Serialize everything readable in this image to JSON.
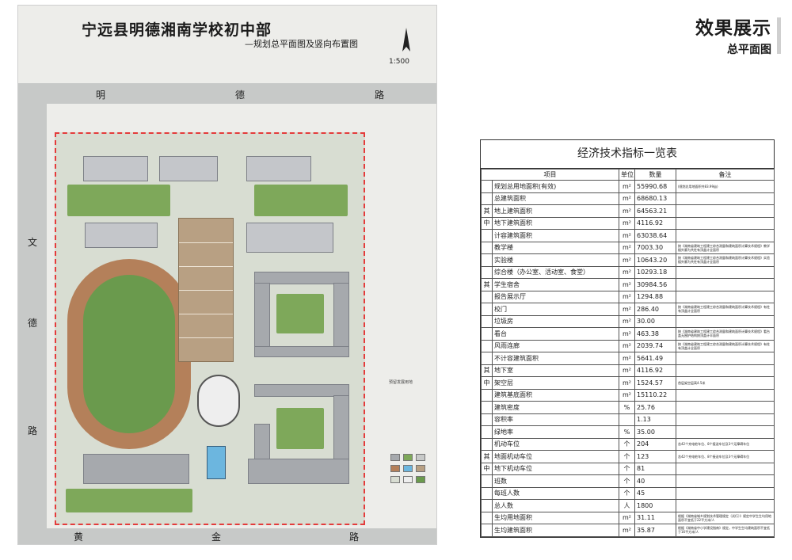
{
  "plan": {
    "title": "宁远县明德湘南学校初中部",
    "subtitle": "—规划总平面图及竖向布置图",
    "scale": "1:500",
    "roads": {
      "top": [
        "明",
        "德",
        "路"
      ],
      "left": [
        "文",
        "德",
        "路"
      ],
      "bottom": [
        "黄",
        "金",
        "路"
      ]
    },
    "dev_label": "预留发展用地"
  },
  "brand": {
    "main": "效果展示",
    "sub": "总平面图"
  },
  "table": {
    "title": "经济技术指标一览表",
    "headers": [
      "项目",
      "单位",
      "数量",
      "备注"
    ],
    "rows": [
      {
        "cat": "",
        "item": "规划总用地面积(有效)",
        "unit": "m²",
        "qty": "55990.68",
        "note": "(规划总用地面积共83.99亩)"
      },
      {
        "cat": "",
        "item": "总建筑面积",
        "unit": "m²",
        "qty": "68680.13",
        "note": ""
      },
      {
        "cat": "其",
        "item": "地上建筑面积",
        "unit": "m²",
        "qty": "64563.21",
        "note": ""
      },
      {
        "cat": "中",
        "item": "地下建筑面积",
        "unit": "m²",
        "qty": "4116.92",
        "note": ""
      },
      {
        "cat": "",
        "item": "计容建筑面积",
        "unit": "m²",
        "qty": "63038.64",
        "note": ""
      },
      {
        "cat": "",
        "item": "教学楼",
        "unit": "m²",
        "qty": "7003.30",
        "note": "按《湖南省建筑工程建工综合测量和建筑面积计算技术规程》教学楼外廊为共柱有顶盖计全面积"
      },
      {
        "cat": "",
        "item": "实验楼",
        "unit": "m²",
        "qty": "10643.20",
        "note": "按《湖南省建筑工程建工综合测量和建筑面积计算技术规程》实验楼外廊为共柱有顶盖计全面积"
      },
      {
        "cat": "",
        "item": "综合楼（办公室、活动室、食堂）",
        "unit": "m²",
        "qty": "10293.18",
        "note": ""
      },
      {
        "cat": "其",
        "item": "学生宿舍",
        "unit": "m²",
        "qty": "30984.56",
        "note": ""
      },
      {
        "cat": "",
        "item": "报告展示厅",
        "unit": "m²",
        "qty": "1294.88",
        "note": ""
      },
      {
        "cat": "",
        "item": "校门",
        "unit": "m²",
        "qty": "286.40",
        "note": "按《湖南省建筑工程建工综合测量和建筑面积计算技术规程》有柱有顶盖计全面积"
      },
      {
        "cat": "",
        "item": "垃圾房",
        "unit": "m²",
        "qty": "30.00",
        "note": ""
      },
      {
        "cat": "",
        "item": "看台",
        "unit": "m²",
        "qty": "463.38",
        "note": "按《湖南省建筑工程建工综合测量和建筑面积计算技术规程》看台盖无围护结构按顶盖计半面积"
      },
      {
        "cat": "",
        "item": "风雨连廊",
        "unit": "m²",
        "qty": "2039.74",
        "note": "按《湖南省建筑工程建工综合测量和建筑面积计算技术规程》有柱有顶盖计全面积"
      },
      {
        "cat": "",
        "item": "不计容建筑面积",
        "unit": "m²",
        "qty": "5641.49",
        "note": ""
      },
      {
        "cat": "其",
        "item": "地下室",
        "unit": "m²",
        "qty": "4116.92",
        "note": ""
      },
      {
        "cat": "中",
        "item": "架空层",
        "unit": "m²",
        "qty": "1524.57",
        "note": "首层架空层高4.5米"
      },
      {
        "cat": "",
        "item": "建筑基底面积",
        "unit": "m²",
        "qty": "15110.22",
        "note": ""
      },
      {
        "cat": "",
        "item": "建筑密度",
        "unit": "%",
        "qty": "25.76",
        "note": ""
      },
      {
        "cat": "",
        "item": "容积率",
        "unit": "",
        "qty": "1.13",
        "note": ""
      },
      {
        "cat": "",
        "item": "绿地率",
        "unit": "%",
        "qty": "35.00",
        "note": ""
      },
      {
        "cat": "",
        "item": "机动车位",
        "unit": "个",
        "qty": "204",
        "note": "含42个充电桩车位、8个接送车位及3个无障碍车位"
      },
      {
        "cat": "其",
        "item": "地面机动车位",
        "unit": "个",
        "qty": "123",
        "note": "含42个充电桩车位、8个接送车位及3个无障碍车位"
      },
      {
        "cat": "中",
        "item": "地下机动车位",
        "unit": "个",
        "qty": "81",
        "note": ""
      },
      {
        "cat": "",
        "item": "班数",
        "unit": "个",
        "qty": "40",
        "note": ""
      },
      {
        "cat": "",
        "item": "每班人数",
        "unit": "个",
        "qty": "45",
        "note": ""
      },
      {
        "cat": "",
        "item": "总人数",
        "unit": "人",
        "qty": "1800",
        "note": ""
      },
      {
        "cat": "",
        "item": "生均用地面积",
        "unit": "m²",
        "qty": "31.11",
        "note": "根据《湖南省城乡规划技术管理规定（试行）》规定中学生生均用地面积不宜低于22平方米/人"
      },
      {
        "cat": "",
        "item": "生均建筑面积",
        "unit": "m²",
        "qty": "35.87",
        "note": "根据《湖南省中小学建设指南》规定，中学生生均建筑面积不宜低于16平方米/人"
      }
    ]
  }
}
